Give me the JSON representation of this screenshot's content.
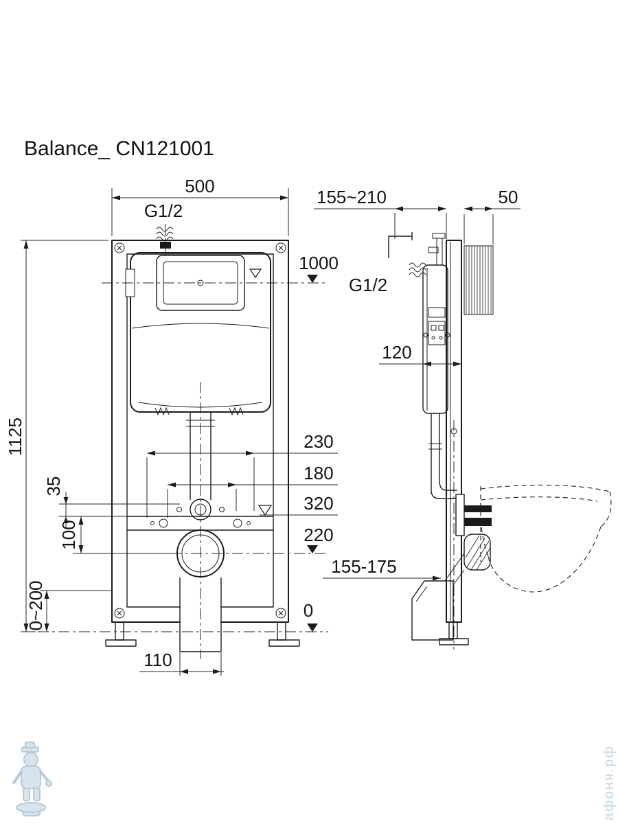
{
  "title": "Balance_ CN121001",
  "front": {
    "width": "500",
    "inlet": "G1/2",
    "flush_center_height": "1000",
    "total_height": "1125",
    "dim_230": "230",
    "dim_180": "180",
    "dim_320": "320",
    "dim_220": "220",
    "dim_35": "35",
    "dim_100": "100",
    "leg_range": "0~200",
    "dim_110": "110",
    "floor_level": "0"
  },
  "side": {
    "offset_range": "155~210",
    "wall_gap": "50",
    "inlet": "G1/2",
    "depth": "120",
    "outlet_range": "155-175"
  },
  "watermark": {
    "site": "афоня.рф"
  }
}
